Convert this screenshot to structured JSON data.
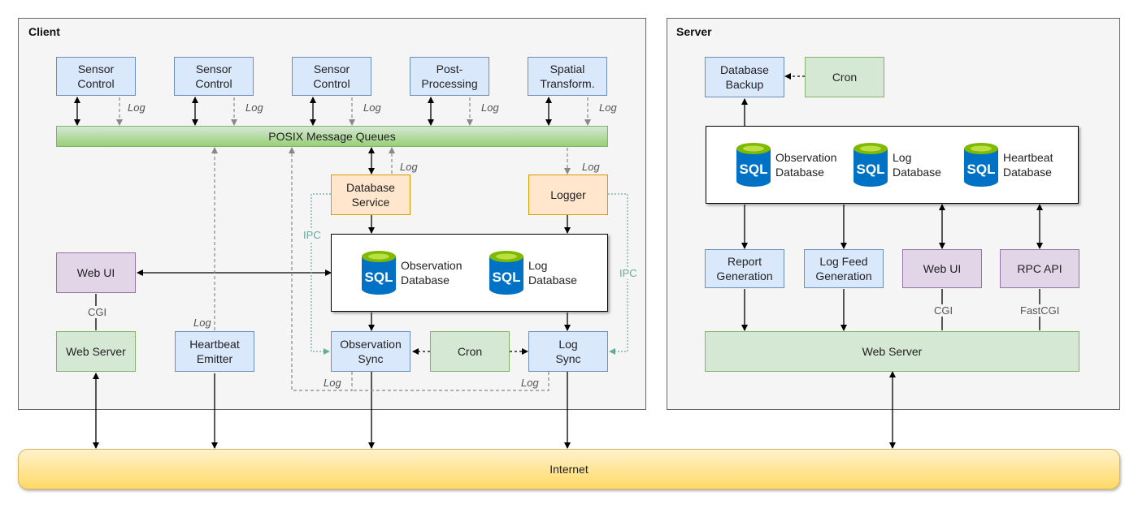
{
  "client": {
    "title": "Client",
    "sensor_control_1": "Sensor\nControl",
    "sensor_control_2": "Sensor\nControl",
    "sensor_control_3": "Sensor\nControl",
    "post_processing": "Post-\nProcessing",
    "spatial_transform": "Spatial\nTransform.",
    "message_queues": "POSIX Message Queues",
    "database_service": "Database\nService",
    "logger": "Logger",
    "observation_db_label": "Observation\nDatabase",
    "log_db_label": "Log\nDatabase",
    "web_ui": "Web UI",
    "web_server": "Web Server",
    "heartbeat_emitter": "Heartbeat\nEmitter",
    "observation_sync": "Observation\nSync",
    "cron": "Cron",
    "log_sync": "Log\nSync"
  },
  "server": {
    "title": "Server",
    "database_backup": "Database\nBackup",
    "cron": "Cron",
    "observation_db_label": "Observation\nDatabase",
    "log_db_label": "Log\nDatabase",
    "heartbeat_db_label": "Heartbeat\nDatabase",
    "report_generation": "Report\nGeneration",
    "log_feed_generation": "Log Feed\nGeneration",
    "web_ui": "Web UI",
    "rpc_api": "RPC API",
    "web_server": "Web Server"
  },
  "internet": "Internet",
  "labels": {
    "log": "Log",
    "ipc": "IPC",
    "cgi": "CGI",
    "fastcgi": "FastCGI",
    "sql": "SQL"
  },
  "colors": {
    "service_blue": "#dae8fc",
    "service_green": "#d5e8d4",
    "service_orange": "#ffe6cc",
    "interface_purple": "#e1d5e7",
    "ipc_teal": "#67ab9f",
    "sql_icon_blue": "#0072c6",
    "sql_icon_green": "#7fba00"
  }
}
